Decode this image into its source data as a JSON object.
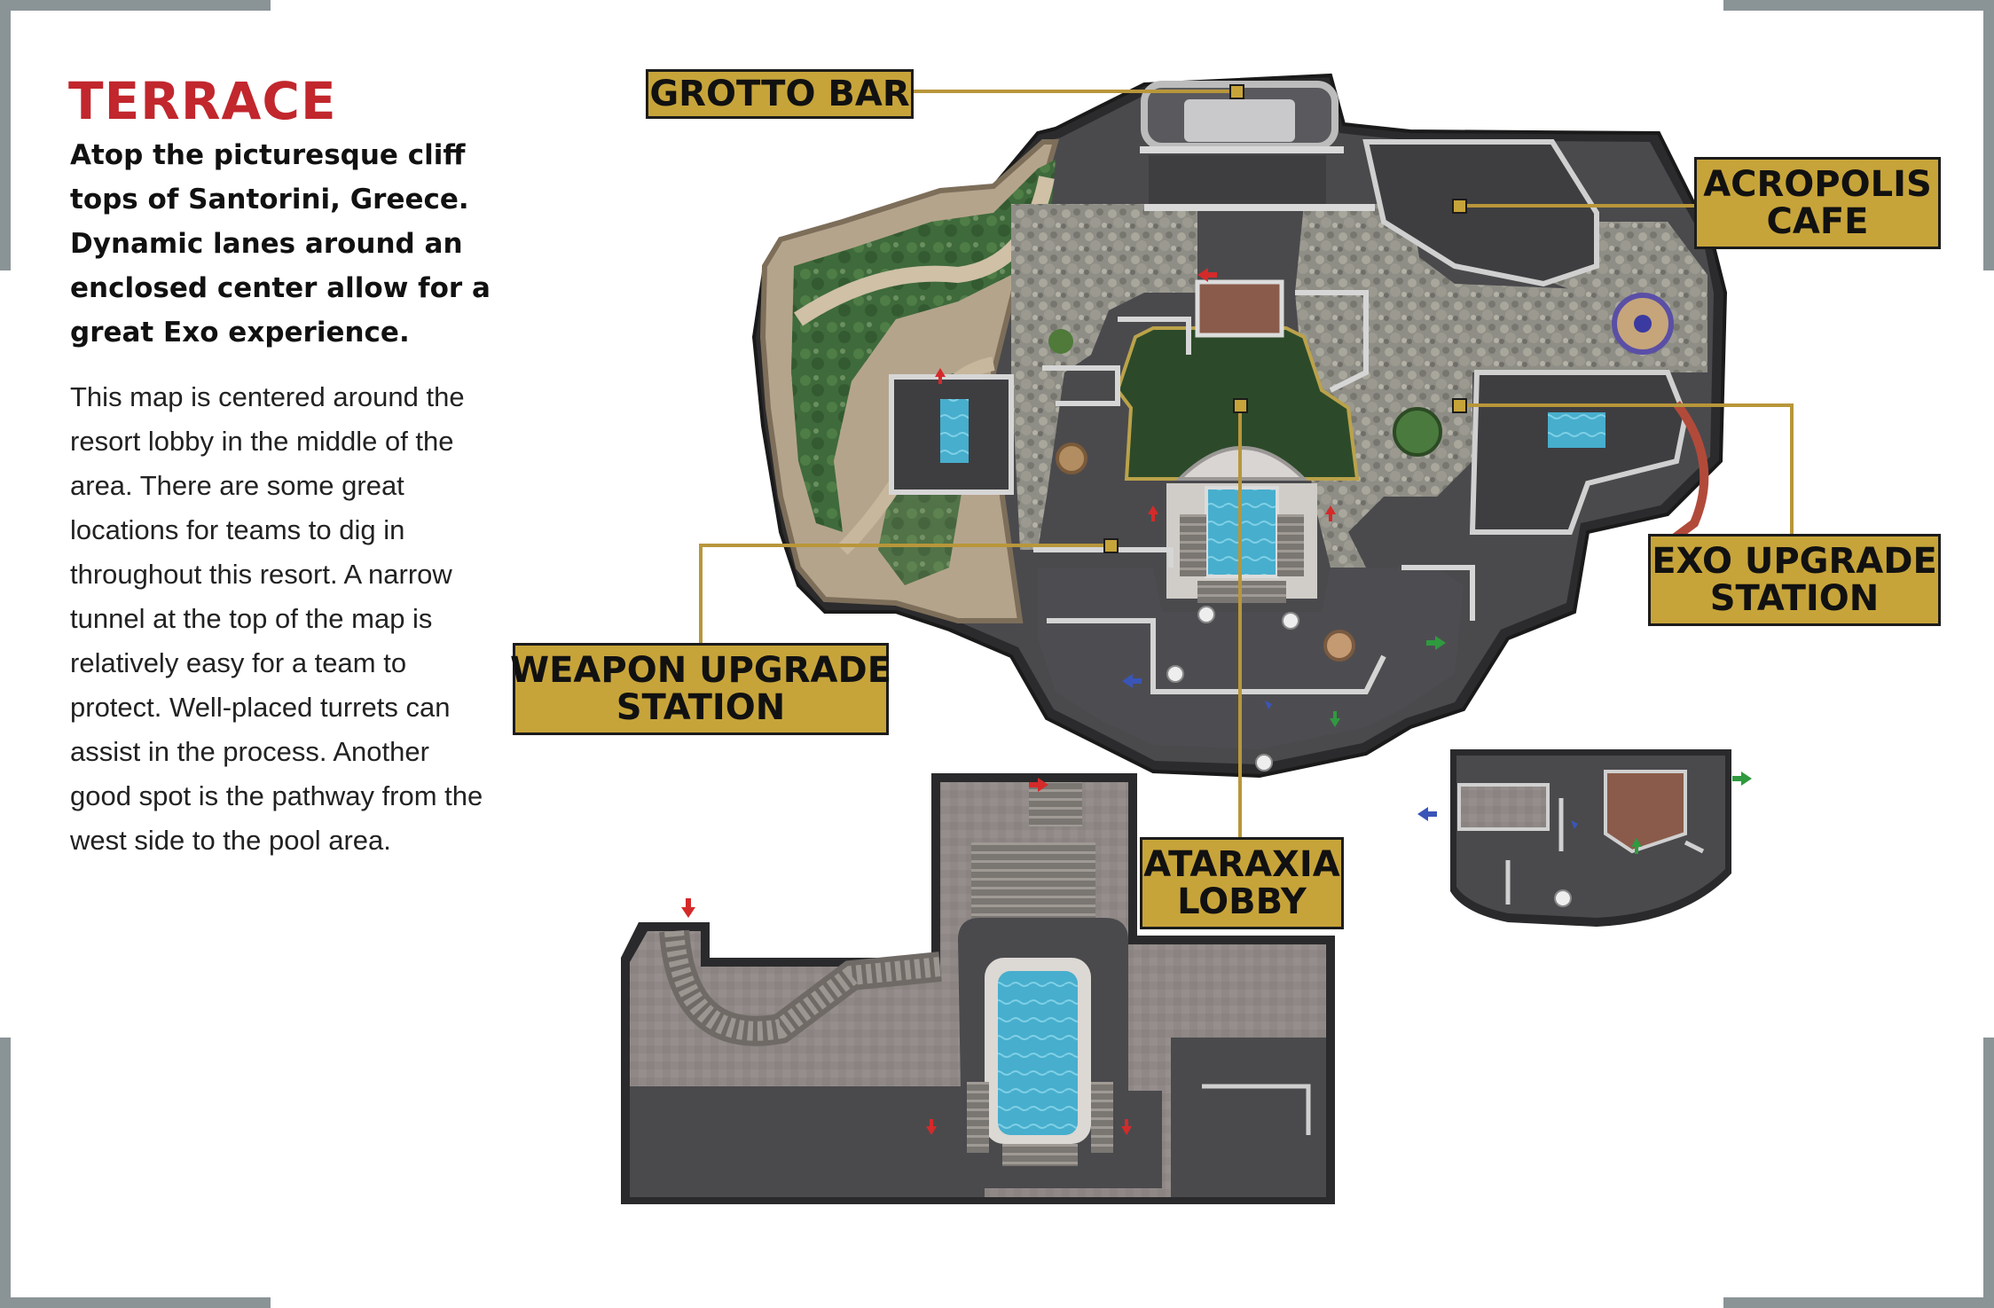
{
  "page": {
    "title": "TERRACE",
    "lead": "Atop the picturesque cliff tops of Santorini, Greece. Dynamic lanes around an enclosed center allow for a great Exo experience.",
    "body": "This map is centered around the resort lobby in the middle of the area. There are some great locations for teams to dig in throughout this resort. A narrow tunnel at the top of the map is relatively easy for a team to protect. Well-placed turrets can assist in the process. Another good spot is the pathway from the west side to the pool area."
  },
  "callouts": {
    "grotto_bar": [
      "GROTTO BAR"
    ],
    "acropolis_cafe": [
      "ACROPOLIS",
      "CAFE"
    ],
    "exo_upgrade_station": [
      "EXO UPGRADE",
      "STATION"
    ],
    "weapon_upgrade_station": [
      "WEAPON UPGRADE",
      "STATION"
    ],
    "ataraxia_lobby": [
      "ATARAXIA",
      "LOBBY"
    ]
  },
  "colors": {
    "title_red": "#c1272d",
    "callout_gold": "#c7a43a",
    "floor_dark": "#4a4a4d",
    "floor_light": "#8f8886",
    "grass": "#3d6b3a",
    "cliff": "#b5a48c",
    "pool": "#4ab0cf",
    "spawn_red": "#d42a2a",
    "spawn_blue": "#3a55b8",
    "spawn_green": "#2f9a3f"
  }
}
